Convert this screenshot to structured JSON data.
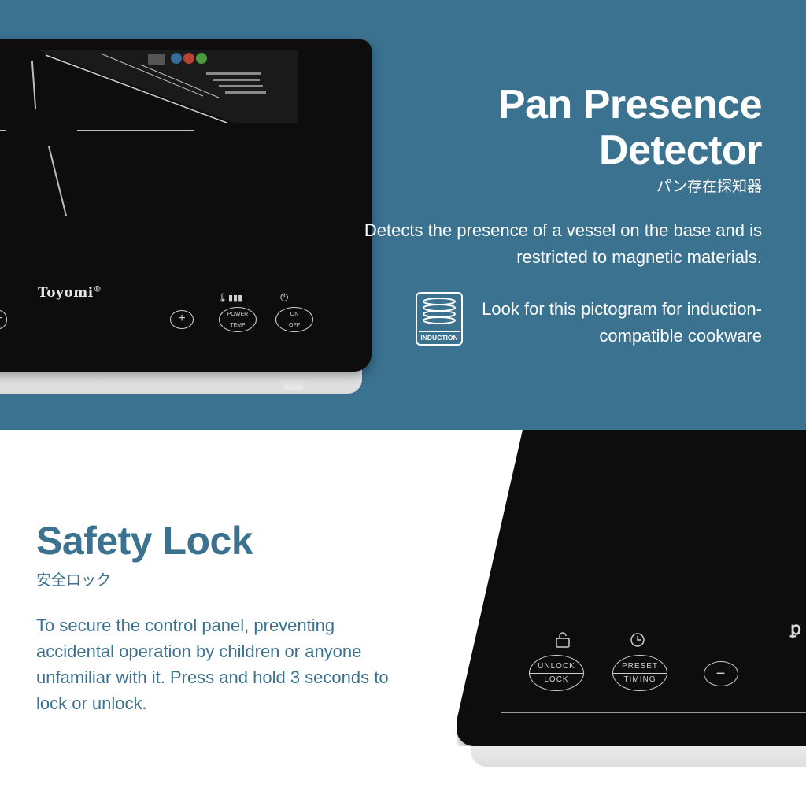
{
  "pan_presence": {
    "title_line1": "Pan Presence",
    "title_line2": "Detector",
    "title_jp": "パン存在探知器",
    "description": "Detects the presence of a vessel on the base and is restricted to magnetic materials.",
    "pictogram_text": "Look for this pictogram for induction-compatible cookware",
    "pictogram_label": "INDUCTION"
  },
  "top_cooktop": {
    "brand": "Toyomi",
    "brand_mark": "®",
    "plus_symbol": "+",
    "minus_symbol": "−",
    "power_label": "POWER",
    "temp_label": "TEMP",
    "on_label": "ON",
    "off_label": "OFF"
  },
  "safety_lock": {
    "title": "Safety Lock",
    "title_jp": "安全ロック",
    "description": "To secure the control panel, preventing accidental operation by children or anyone unfamiliar with it. Press and hold 3 seconds to lock or unlock."
  },
  "bottom_cooktop": {
    "unlock_label": "UNLOCK",
    "lock_label": "LOCK",
    "preset_label": "PRESET",
    "timing_label": "TIMING",
    "minus_symbol": "−"
  },
  "colors": {
    "top_background": "#3b7290",
    "accent_text": "#3b7290",
    "cooktop_glass": "#0d0d0d"
  },
  "icons": [
    "induction-icon",
    "lock-icon",
    "clock-icon",
    "power-icon",
    "thermometer-icon"
  ]
}
